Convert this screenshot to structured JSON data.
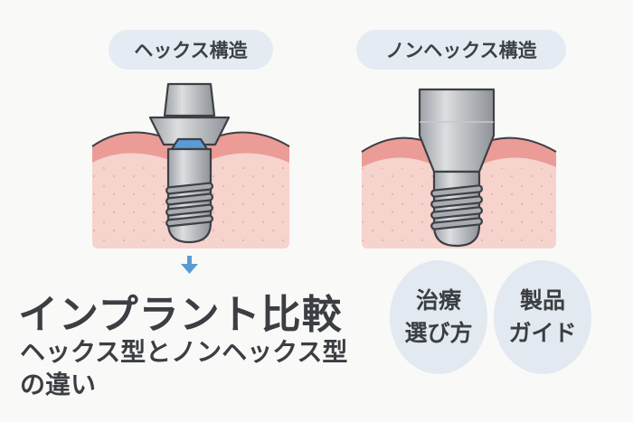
{
  "labels": {
    "hex": "ヘックス構造",
    "nonhex": "ノンヘックス構造"
  },
  "title": "インプラント比較",
  "subtitle": {
    "line1": "ヘックス型とノンヘックス型",
    "line2": "の違い"
  },
  "badges": [
    {
      "line1": "治療",
      "line2": "選び方"
    },
    {
      "line1": "製品",
      "line2": "ガイド"
    }
  ],
  "colors": {
    "gum": "#eb9c97",
    "bone": "#f6d3cd",
    "metal": "#b9bcc0",
    "hex_accent": "#5b9bd5",
    "arrow": "#5b9bd5"
  }
}
